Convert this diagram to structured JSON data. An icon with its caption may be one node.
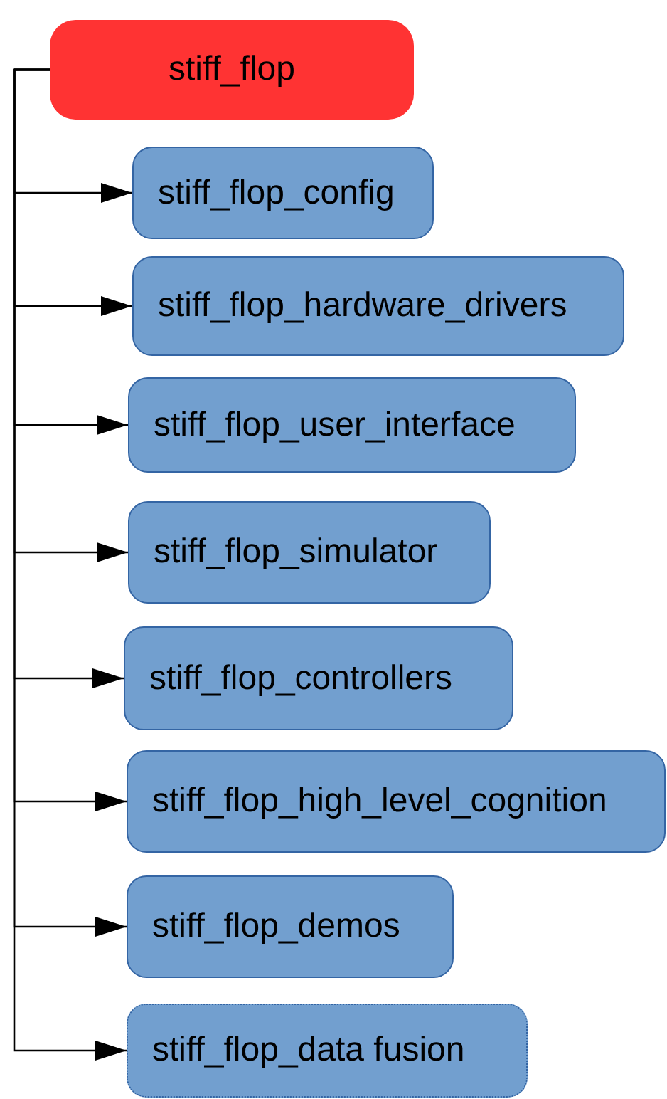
{
  "diagram": {
    "nodes": [
      {
        "text": [
          "stiff_flop"
        ]
      },
      {
        "text": [
          "stiff_flop_config"
        ]
      },
      {
        "text": [
          "stiff_flop_hardware_drivers"
        ]
      },
      {
        "text": [
          "stiff_flop_user_interface"
        ]
      },
      {
        "text": [
          "stiff_flop_simulator"
        ]
      },
      {
        "text": [
          "stiff_flop_controllers"
        ]
      },
      {
        "text": [
          "stiff_flop_high_level_cognition"
        ]
      },
      {
        "text": [
          "stiff_flop_demos"
        ]
      },
      {
        "text": [
          "stiff_flop_data fusion"
        ]
      }
    ],
    "edges": [
      {
        "from": 0,
        "to": 1,
        "arrow": "to"
      },
      {
        "from": 0,
        "to": 2,
        "arrow": "to"
      },
      {
        "from": 0,
        "to": 3,
        "arrow": "to"
      },
      {
        "from": 0,
        "to": 4,
        "arrow": "to"
      },
      {
        "from": 0,
        "to": 5,
        "arrow": "to"
      },
      {
        "from": 0,
        "to": 6,
        "arrow": "to"
      },
      {
        "from": 0,
        "to": 7,
        "arrow": "to"
      },
      {
        "from": 0,
        "to": 8,
        "arrow": "to"
      }
    ]
  }
}
